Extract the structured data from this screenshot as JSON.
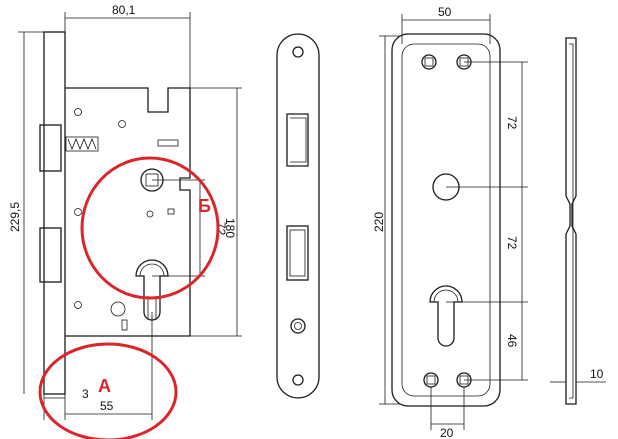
{
  "dimensions": {
    "lock_width": "80,1",
    "lock_height": "229,5",
    "lock_cc": "72",
    "lock_cc_180": "180",
    "backset": "55",
    "edge": "3",
    "plate_width": "50",
    "plate_height": "220",
    "plate_spacing_top": "72",
    "plate_spacing_mid": "72",
    "plate_spacing_bottom": "46",
    "plate_bottom_gap": "20",
    "plate_thickness": "10"
  },
  "annotations": {
    "label_a": "А",
    "label_b": "Б"
  },
  "colors": {
    "line": "#1a1a1a",
    "highlight": "#d8262a"
  }
}
